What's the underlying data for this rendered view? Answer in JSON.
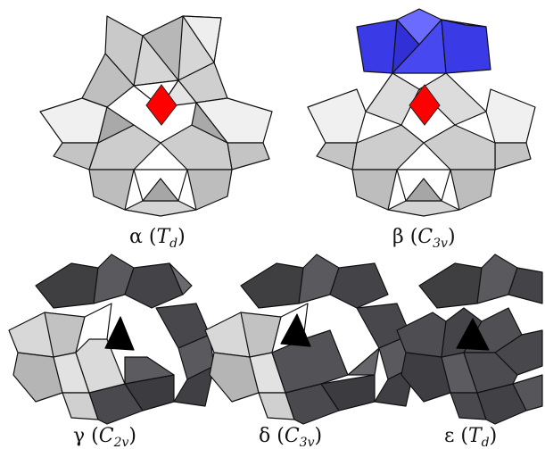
{
  "figure": {
    "panels": [
      {
        "id": "alpha",
        "greek": "α",
        "symmetry_main": "T",
        "symmetry_sub": "d",
        "colors": {
          "top": "#c8c8c8",
          "bottom": "#bdbdbd",
          "center": "#ff0000"
        },
        "center_shape": "red-diamond"
      },
      {
        "id": "beta",
        "greek": "β",
        "symmetry_main": "C",
        "symmetry_sub": "3v",
        "colors": {
          "top": "#3a3ae6",
          "bottom": "#bdbdbd",
          "center": "#ff0000"
        },
        "center_shape": "red-diamond"
      },
      {
        "id": "gamma",
        "greek": "γ",
        "symmetry_main": "C",
        "symmetry_sub": "2v",
        "colors": {
          "light": "#cfcfcf",
          "dark": "#555558",
          "center": "#000000"
        },
        "center_shape": "black-triangle"
      },
      {
        "id": "delta",
        "greek": "δ",
        "symmetry_main": "C",
        "symmetry_sub": "3v",
        "colors": {
          "light": "#cfcfcf",
          "dark": "#555558",
          "center": "#000000"
        },
        "center_shape": "black-triangle"
      },
      {
        "id": "epsilon",
        "greek": "ε",
        "symmetry_main": "T",
        "symmetry_sub": "d",
        "colors": {
          "light": "#555558",
          "dark": "#48484b",
          "center": "#000000"
        },
        "center_shape": "black-triangle"
      }
    ]
  }
}
